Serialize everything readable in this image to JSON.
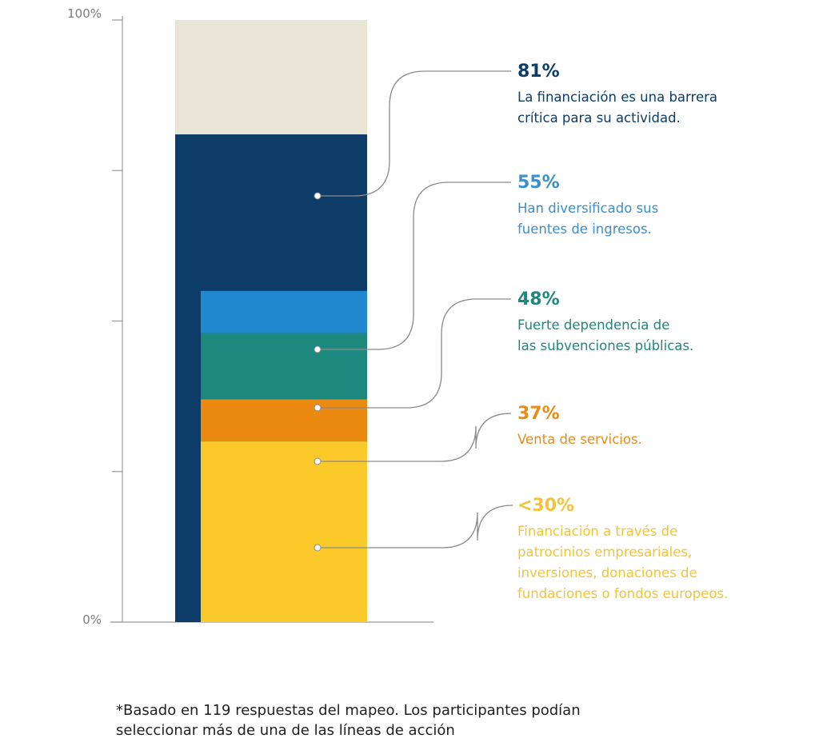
{
  "chart_data": {
    "type": "bar",
    "ylim": [
      0,
      100
    ],
    "y_tick_labels": [
      "100%",
      "0%"
    ],
    "background_segment": {
      "value": 100,
      "color": "#e8e5d6"
    },
    "series": [
      {
        "value": 81,
        "label": "81%",
        "description": [
          "La financiación es una barrera",
          "crítica para su actividad."
        ],
        "color": "#0d3c68",
        "text_color": "#0d3c68"
      },
      {
        "value": 55,
        "label": "55%",
        "description": [
          "Han diversificado sus",
          "fuentes de ingresos."
        ],
        "color": "#2289d0",
        "text_color": "#3a8fcf"
      },
      {
        "value": 48,
        "label": "48%",
        "description": [
          "Fuerte dependencia de",
          "las subvenciones públicas."
        ],
        "color": "#1c887e",
        "text_color": "#1f877d"
      },
      {
        "value": 37,
        "label": "37%",
        "description": [
          "Venta de servicios."
        ],
        "color": "#ea8a11",
        "text_color": "#e98b1a"
      },
      {
        "value": 30,
        "label": "<30%",
        "description": [
          "Financiación a través de",
          "patrocinios empresariales,",
          "inversiones, donaciones de",
          "fundaciones o fondos europeos."
        ],
        "color": "#fbca2a",
        "text_color": "#f3c338"
      }
    ]
  },
  "footnote": {
    "line1": "*Basado en 119 respuestas del mapeo. Los participantes podían",
    "line2": "seleccionar más de una de las líneas de acción"
  }
}
